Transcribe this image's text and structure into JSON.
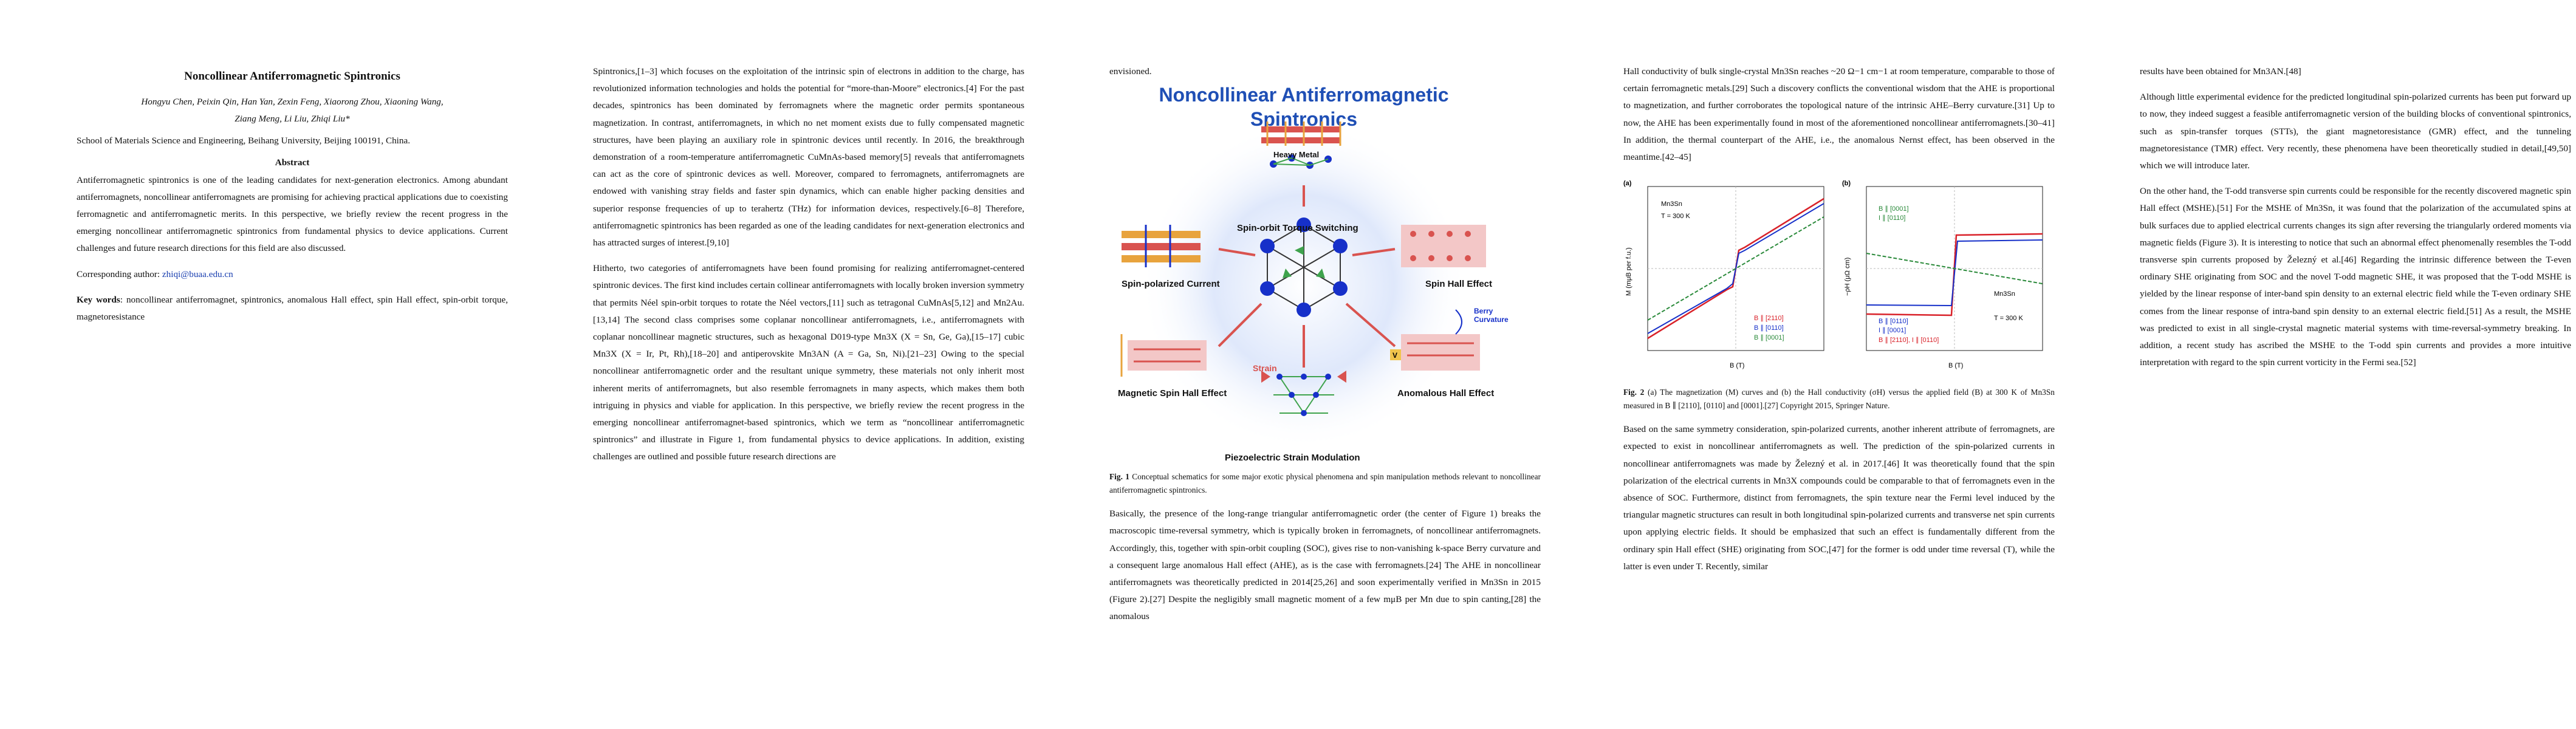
{
  "page1": {
    "title": "Noncollinear Antiferromagnetic Spintronics",
    "authors_line1": "Hongyu Chen, Peixin Qin, Han Yan, Zexin Feng, Xiaorong Zhou, Xiaoning Wang,",
    "authors_line2": "Ziang Meng, Li Liu, Zhiqi Liu*",
    "affiliation": "School of Materials Science and Engineering, Beihang University, Beijing 100191, China.",
    "abstract_heading": "Abstract",
    "abstract": "Antiferromagnetic spintronics is one of the leading candidates for next-generation electronics. Among abundant antiferromagnets, noncollinear antiferromagnets are promising for achieving practical applications due to coexisting ferromagnetic and antiferromagnetic merits. In this perspective, we briefly review the recent progress in the emerging noncollinear antiferromagnetic spintronics from fundamental physics to device applications. Current challenges and future research directions for this field are also discussed.",
    "corresponding_label": "Corresponding author: ",
    "corresponding_email": "zhiqi@buaa.edu.cn",
    "keywords_label": "Key words",
    "keywords": ": noncollinear antiferromagnet, spintronics, anomalous Hall effect, spin Hall effect, spin-orbit torque, magnetoresistance"
  },
  "page2": {
    "para1": "Spintronics,[1–3] which focuses on the exploitation of the intrinsic spin of electrons in addition to the charge, has revolutionized information technologies and holds the potential for “more-than-Moore” electronics.[4] For the past decades, spintronics has been dominated by ferromagnets where the magnetic order permits spontaneous magnetization. In contrast, antiferromagnets, in which no net moment exists due to fully compensated magnetic structures, have been playing an auxiliary role in spintronic devices until recently. In 2016, the breakthrough demonstration of a room-temperature antiferromagnetic CuMnAs-based memory[5] reveals that antiferromagnets can act as the core of spintronic devices as well. Moreover, compared to ferromagnets, antiferromagnets are endowed with vanishing stray fields and faster spin dynamics, which can enable higher packing densities and superior response frequencies of up to terahertz (THz) for information devices, respectively.[6–8] Therefore, antiferromagnetic spintronics has been regarded as one of the leading candidates for next-generation electronics and has attracted surges of interest.[9,10]",
    "para2": "Hitherto, two categories of antiferromagnets have been found promising for realizing antiferromagnet-centered spintronic devices. The first kind includes certain collinear antiferromagnets with locally broken inversion symmetry that permits Néel spin-orbit torques to rotate the Néel vectors,[11] such as tetragonal CuMnAs[5,12] and Mn2Au.[13,14] The second class comprises some coplanar noncollinear antiferromagnets, i.e., antiferromagnets with coplanar noncollinear magnetic structures, such as hexagonal D019-type Mn3X (X = Sn, Ge, Ga),[15–17] cubic Mn3X (X = Ir, Pt, Rh),[18–20] and antiperovskite Mn3AN (A = Ga, Sn, Ni).[21–23] Owing to the special noncollinear antiferromagnetic order and the resultant unique symmetry, these materials not only inherit most inherent merits of antiferromagnets, but also resemble ferromagnets in many aspects, which makes them both intriguing in physics and viable for application. In this perspective, we briefly review the recent progress in the emerging noncollinear antiferromagnet-based spintronics, which we term as “noncollinear antiferromagnetic spintronics” and illustrate in Figure 1, from fundamental physics to device applications. In addition, existing challenges are outlined and possible future research directions are"
  },
  "page3": {
    "lead": "envisioned.",
    "fig_title": "Noncollinear Antiferromagnetic Spintronics",
    "labels": {
      "heavy_metal": "Heavy Metal",
      "sot": "Spin-orbit Torque Switching",
      "spc": "Spin-polarized Current",
      "she": "Spin Hall Effect",
      "berry": "Berry",
      "curvature": "Curvature",
      "strain": "Strain",
      "mshe": "Magnetic Spin Hall Effect",
      "ahe": "Anomalous Hall Effect",
      "psm": "Piezoelectric Strain Modulation",
      "v": "V"
    },
    "caption_label": "Fig. 1",
    "caption": " Conceptual schematics for some major exotic physical phenomena and spin manipulation methods relevant to noncollinear antiferromagnetic spintronics.",
    "para1": "Basically, the presence of the long-range triangular antiferromagnetic order (the center of Figure 1) breaks the macroscopic time-reversal symmetry, which is typically broken in ferromagnets, of noncollinear antiferromagnets. Accordingly, this, together with spin-orbit coupling (SOC), gives rise to non-vanishing k-space Berry curvature and a consequent large anomalous Hall effect (AHE), as is the case with ferromagnets.[24] The AHE in noncollinear antiferromagnets was theoretically predicted in 2014[25,26] and soon experimentally verified in Mn3Sn in 2015 (Figure 2).[27] Despite the negligibly small magnetic moment of a few mμB per Mn due to spin canting,[28] the anomalous"
  },
  "page4": {
    "para1": "Hall conductivity of bulk single-crystal Mn3Sn reaches ~20 Ω−1 cm−1 at room temperature, comparable to those of certain ferromagnetic metals.[29] Such a discovery conflicts the conventional wisdom that the AHE is proportional to magnetization, and further corroborates the topological nature of the intrinsic AHE–Berry curvature.[31] Up to now, the AHE has been experimentally found in most of the aforementioned noncollinear antiferromagnets.[30–41] In addition, the thermal counterpart of the AHE, i.e., the anomalous Nernst effect, has been observed in the meantime.[42–45]",
    "panel_a": "(a)",
    "panel_b": "(b)",
    "mn3sn": "Mn3Sn",
    "temp": "T = 300 K",
    "legend_a": [
      "B ∥ [2110]",
      "B ∥ [0110]",
      "B ∥ [0001]"
    ],
    "legend_b": [
      "B ∥ [0001]",
      "I ∥ [0110]",
      "B ∥ [0110]",
      "I ∥ [0001]",
      "B ∥ [2110], I ∥ [0110]"
    ],
    "ylabel_a": "M (mμB per f.u.)",
    "ylabel_b": "−ρH (μΩ cm)",
    "xlabel": "B (T)",
    "caption_label": "Fig. 2",
    "caption": " (a) The magnetization (M) curves and (b) the Hall conductivity (σH) versus the applied field (B) at 300 K of Mn3Sn measured in B ∥ [2110], [0110] and [0001].[27] Copyright 2015, Springer Nature.",
    "para2": "Based on the same symmetry consideration, spin-polarized currents, another inherent attribute of ferromagnets, are expected to exist in noncollinear antiferromagnets as well. The prediction of the spin-polarized currents in noncollinear antiferromagnets was made by Železný et al. in 2017.[46] It was theoretically found that the spin polarization of the electrical currents in Mn3X compounds could be comparable to that of ferromagnets even in the absence of SOC. Furthermore, distinct from ferromagnets, the spin texture near the Fermi level induced by the triangular magnetic structures can result in both longitudinal spin-polarized currents and transverse net spin currents upon applying electric fields. It should be emphasized that such an effect is fundamentally different from the ordinary spin Hall effect (SHE) originating from SOC,[47] for the former is odd under time reversal (T), while the latter is even under T. Recently, similar"
  },
  "page5": {
    "para1": "results have been obtained for Mn3AN.[48]",
    "para2": "Although little experimental evidence for the predicted longitudinal spin-polarized currents has been put forward up to now, they indeed suggest a feasible antiferromagnetic version of the building blocks of conventional spintronics, such as spin-transfer torques (STTs), the giant magnetoresistance (GMR) effect, and the tunneling magnetoresistance (TMR) effect. Very recently, these phenomena have been theoretically studied in detail,[49,50] which we will introduce later.",
    "para3": "On the other hand, the T-odd transverse spin currents could be responsible for the recently discovered magnetic spin Hall effect (MSHE).[51] For the MSHE of Mn3Sn, it was found that the polarization of the accumulated spins at bulk surfaces due to applied electrical currents changes its sign after reversing the triangularly ordered moments via magnetic fields (Figure 3). It is interesting to notice that such an abnormal effect phenomenally resembles the T-odd transverse spin currents proposed by Železný et al.[46] Regarding the intrinsic difference between the T-even ordinary SHE originating from SOC and the novel T-odd magnetic SHE, it was proposed that the T-odd MSHE is yielded by the linear response of inter-band spin density to an external electric field while the T-even ordinary SHE comes from the linear response of intra-band spin density to an external electric field.[51] As a result, the MSHE was predicted to exist in all single-crystal magnetic material systems with time-reversal-symmetry breaking. In addition, a recent study has ascribed the MSHE to the T-odd spin currents and provides a more intuitive interpretation with regard to the spin current vorticity in the Fermi sea.[52]"
  }
}
